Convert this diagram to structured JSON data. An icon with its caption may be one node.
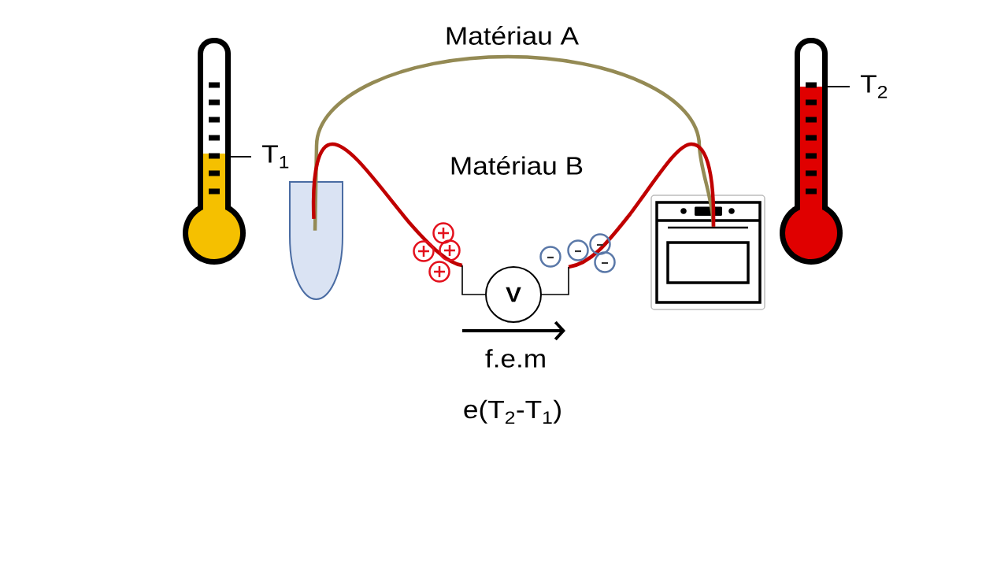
{
  "diagram": {
    "nodes": [
      {
        "text": [],
        "shape": "picture"
      },
      {
        "text": [
          "T$_{1}$"
        ]
      },
      {
        "text": [],
        "shape": "tube"
      },
      {
        "text": [
          "V"
        ]
      },
      {
        "text": [],
        "shape": "picture"
      },
      {
        "text": [],
        "shape": "picture"
      },
      {
        "text": [
          "T$_{2}$"
        ]
      }
    ],
    "edges": [
      {
        "from": 2,
        "to": 4,
        "arrow": "none",
        "label": "Matériau A",
        "color": "#948a54"
      },
      {
        "from": 2,
        "to": 3,
        "arrow": "none",
        "color": "#c00000"
      },
      {
        "from": 3,
        "to": 4,
        "arrow": "none",
        "color": "#c00000"
      },
      {
        "from": 1,
        "to": 0,
        "arrow": "none",
        "color": "#000000"
      },
      {
        "from": 6,
        "to": 5,
        "arrow": "none",
        "color": "#000000"
      }
    ],
    "labels": [
      "Matériau B",
      "f.e.m",
      "e(T$_{2}$-T$_{1}$)"
    ]
  }
}
